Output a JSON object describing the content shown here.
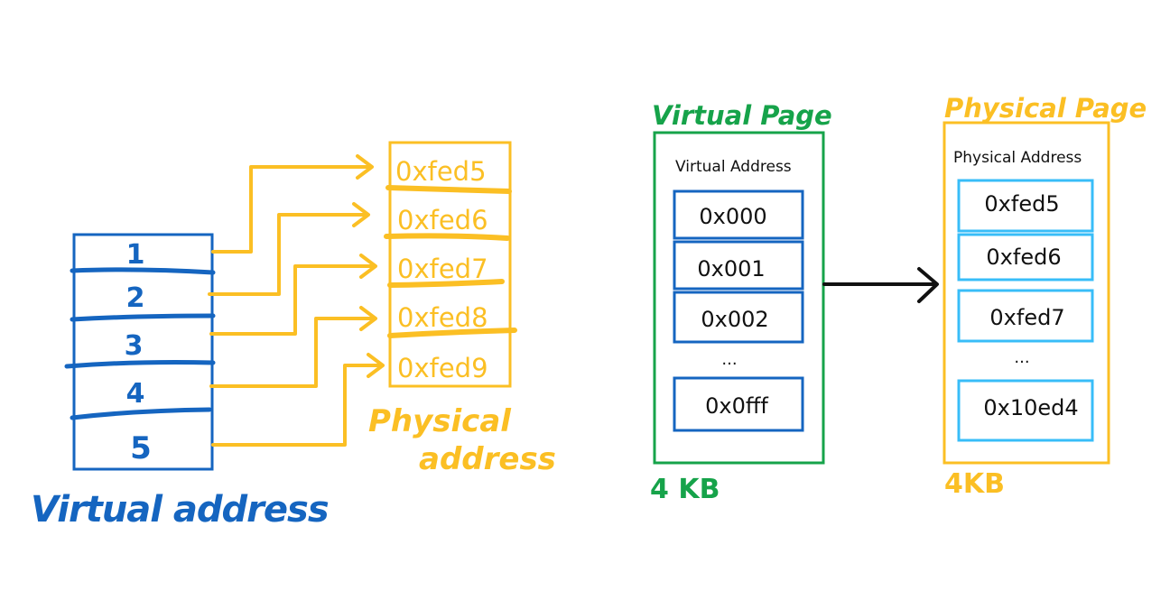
{
  "colors": {
    "blue": "#1565c0",
    "yellow": "#fbbf24",
    "green": "#16a34a",
    "light_blue": "#38bdf8",
    "black": "#111111"
  },
  "left_diagram": {
    "virtual_label": "Virtual address",
    "physical_label_line1": "Physical",
    "physical_label_line2": "address",
    "virtual_entries": [
      "1",
      "2",
      "3",
      "4",
      "5"
    ],
    "physical_entries": [
      "0xfed5",
      "0xfed6",
      "0xfed7",
      "0xfed8",
      "0xfed9"
    ]
  },
  "right_diagram": {
    "virtual_page_title": "Virtual Page",
    "virtual_address_header": "Virtual Address",
    "virtual_cells": [
      "0x000",
      "0x001",
      "0x002"
    ],
    "virtual_ellipsis": "...",
    "virtual_last_cell": "0x0fff",
    "virtual_size": "4 KB",
    "physical_page_title": "Physical Page",
    "physical_address_header": "Physical Address",
    "physical_cells": [
      "0xfed5",
      "0xfed6",
      "0xfed7"
    ],
    "physical_ellipsis": "...",
    "physical_last_cell": "0x10ed4",
    "physical_size": "4KB"
  }
}
